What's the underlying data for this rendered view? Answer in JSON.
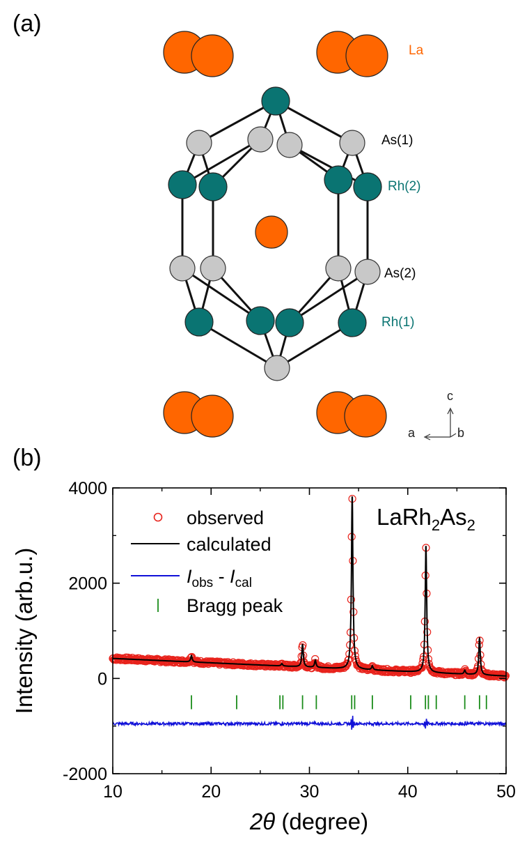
{
  "panel_a": {
    "label": "(a)",
    "atom_labels": {
      "la": "La",
      "as1": "As(1)",
      "rh2": "Rh(2)",
      "as2": "As(2)",
      "rh1": "Rh(1)"
    },
    "axis_letters": {
      "c": "c",
      "a": "a",
      "b": "b"
    },
    "colors": {
      "la": "#ff6600",
      "rh": "#0a7472",
      "as": "#c8c8c8",
      "la_text": "#ff6600",
      "rh_text": "#0a7472"
    }
  },
  "panel_b": {
    "label": "(b)",
    "compound": {
      "base": "LaRh",
      "sub1": "2",
      "mid": "As",
      "sub2": "2"
    },
    "legend": {
      "observed": "observed",
      "calculated": "calculated",
      "diff_I1": "I",
      "diff_sub1": "obs",
      "diff_mid": " - ",
      "diff_I2": "I",
      "diff_sub2": "cal",
      "bragg": "Bragg peak"
    },
    "ylabel": "Intensity (arb.u.)",
    "xlabel_theta": "2θ",
    "xlabel_rest": " (degree)"
  },
  "chart_data": {
    "type": "scatter",
    "title": "",
    "xlabel": "2θ (degree)",
    "ylabel": "Intensity (arb.u.)",
    "xlim": [
      10,
      50
    ],
    "ylim": [
      -2000,
      4000
    ],
    "x_ticks": [
      10,
      20,
      30,
      40,
      50
    ],
    "y_ticks": [
      -2000,
      0,
      2000,
      4000
    ],
    "legend_position": "top-left",
    "background_start": 420,
    "background_end": 50,
    "peaks": [
      {
        "x": 18.0,
        "y": 480
      },
      {
        "x": 27.2,
        "y": 310
      },
      {
        "x": 29.3,
        "y": 720
      },
      {
        "x": 30.6,
        "y": 380
      },
      {
        "x": 34.35,
        "y": 3850
      },
      {
        "x": 36.4,
        "y": 260
      },
      {
        "x": 41.85,
        "y": 2800
      },
      {
        "x": 45.8,
        "y": 170
      },
      {
        "x": 47.3,
        "y": 860
      }
    ],
    "bragg_positions": [
      18.0,
      22.6,
      27.0,
      27.3,
      29.3,
      30.7,
      34.3,
      34.6,
      36.4,
      40.3,
      41.8,
      42.1,
      42.9,
      45.8,
      47.3,
      48.0
    ],
    "bragg_y": -500,
    "diff_offset": -950,
    "series": [
      {
        "name": "observed",
        "color": "#e8231c",
        "marker": "open-circle"
      },
      {
        "name": "calculated",
        "color": "#000000",
        "line": "solid"
      },
      {
        "name": "Iobs - Ical",
        "color": "#1010d8",
        "line": "solid"
      },
      {
        "name": "Bragg peak",
        "color": "#1a8c1a",
        "marker": "vertical-tick"
      }
    ]
  }
}
